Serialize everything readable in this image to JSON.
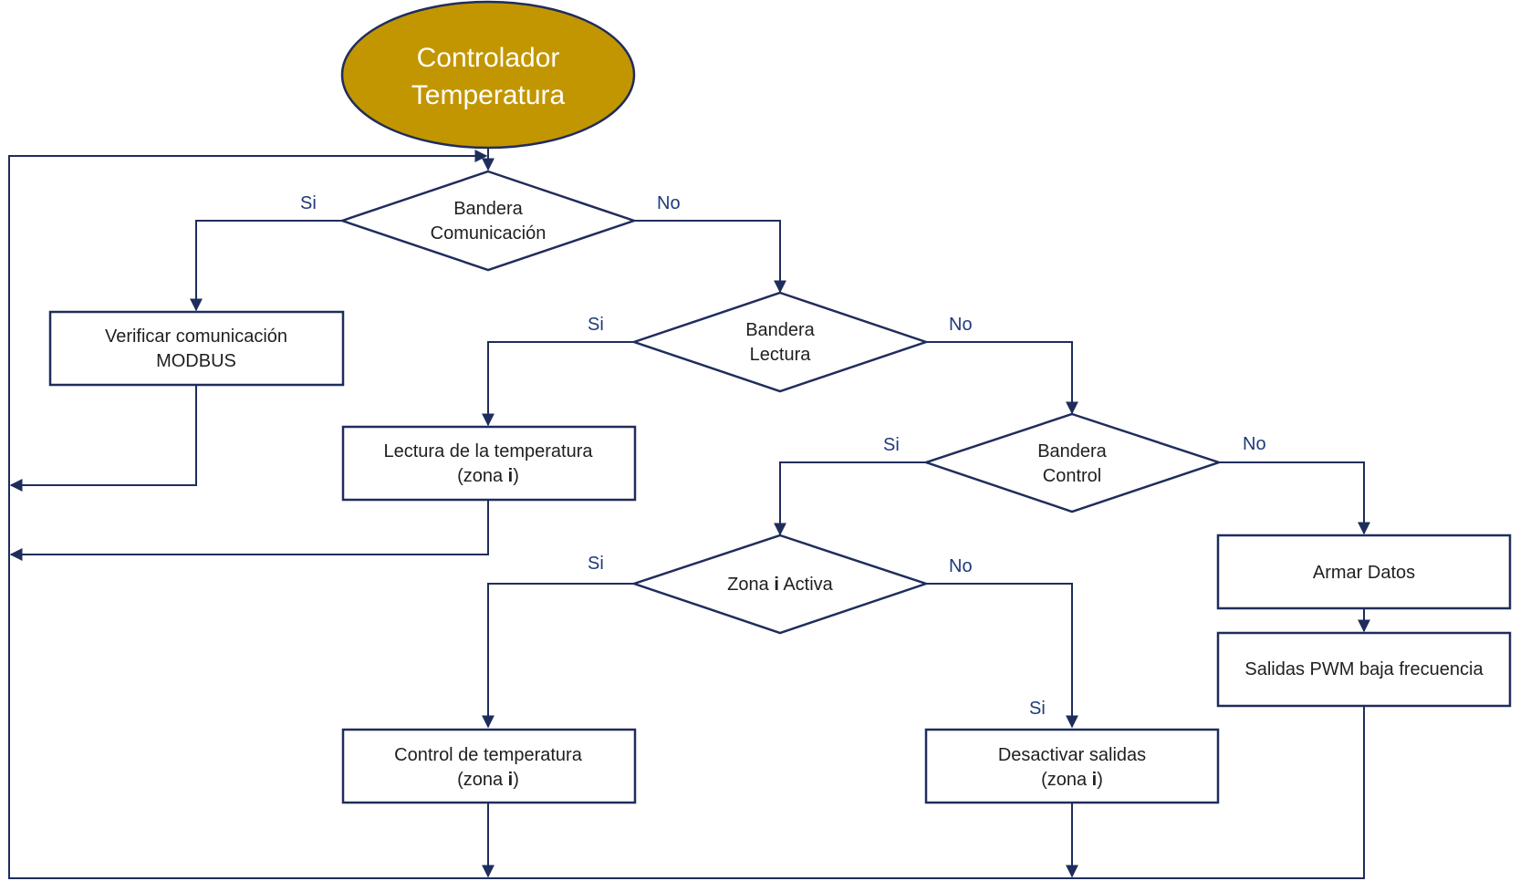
{
  "diagram": {
    "start": {
      "line1": "Controlador",
      "line2": "Temperatura",
      "fill": "#c29600"
    },
    "decisions": {
      "comunicacion": {
        "line1": "Bandera",
        "line2": "Comunicación"
      },
      "lectura": {
        "line1": "Bandera",
        "line2": "Lectura"
      },
      "control": {
        "line1": "Bandera",
        "line2": "Control"
      },
      "zona": {
        "pre": "Zona ",
        "bold": "i",
        "post": " Activa"
      }
    },
    "processes": {
      "verificar": {
        "line1": "Verificar comunicación",
        "line2": "MODBUS"
      },
      "lectura_temp": {
        "line1": "Lectura de la temperatura",
        "line2_pre": "(zona ",
        "line2_bold": "i",
        "line2_post": ")"
      },
      "control_temp": {
        "line1": "Control de temperatura",
        "line2_pre": "(zona ",
        "line2_bold": "i",
        "line2_post": ")"
      },
      "desactivar": {
        "line1": "Desactivar salidas",
        "line2_pre": "(zona ",
        "line2_bold": "i",
        "line2_post": ")"
      },
      "armar": {
        "line1": "Armar Datos"
      },
      "pwm": {
        "line1": "Salidas PWM baja frecuencia"
      }
    },
    "branch_labels": {
      "yes": "Si",
      "no": "No"
    },
    "colors": {
      "line": "#1f2d5c",
      "label": "#1f3a7a",
      "start_fill": "#c29600"
    }
  }
}
